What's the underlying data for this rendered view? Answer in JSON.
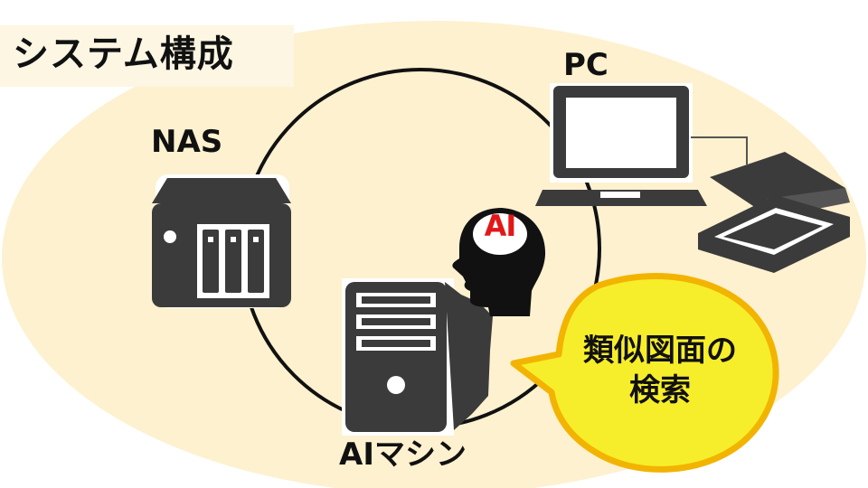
{
  "title": "システム構成",
  "nodes": {
    "nas": "NAS",
    "pc": "PC",
    "ai_machine": "AIマシン"
  },
  "ai_badge": "AI",
  "callout": {
    "line1": "類似図面の",
    "line2": "検索"
  },
  "colors": {
    "background_ellipse": "#fdf1cf",
    "device": "#3b3b3b",
    "badge_text": "#e21818",
    "callout_fill": "#f7ee2b",
    "callout_border": "#f2b400"
  }
}
